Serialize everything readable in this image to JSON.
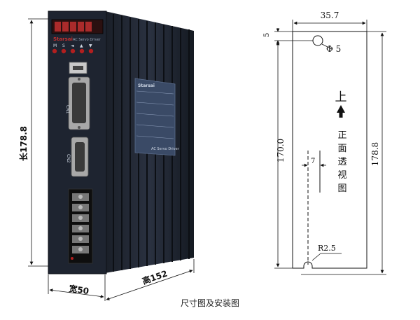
{
  "photo": {
    "height_label": "长178.8",
    "width_label": "宽50",
    "depth_label": "高152",
    "brand": "Starsai",
    "display_caption": "AC Servo Driver",
    "button_labels": [
      "M",
      "S",
      "◄",
      "▲",
      "▼"
    ],
    "port_cn1": "CN1",
    "port_cn2": "CN2",
    "side_brand": "Starsai",
    "side_caption": "AC Servo Driver"
  },
  "drawing": {
    "width_label": "35.7",
    "top_offset_label": "5",
    "hole_label": "Φ 5",
    "hole_spacing_label": "170.0",
    "total_height_label": "178.8",
    "slot_offset_label": "7",
    "radius_label": "R2.5",
    "up_label": "上",
    "view_label": [
      "正",
      "面",
      "透",
      "视",
      "图"
    ]
  },
  "caption": "尺寸图及安装图",
  "colors": {
    "body": "#1e2430",
    "panel": "#141922",
    "display": "#8a1a1a",
    "label_bg": "#3a4a66",
    "line": "#111111"
  }
}
